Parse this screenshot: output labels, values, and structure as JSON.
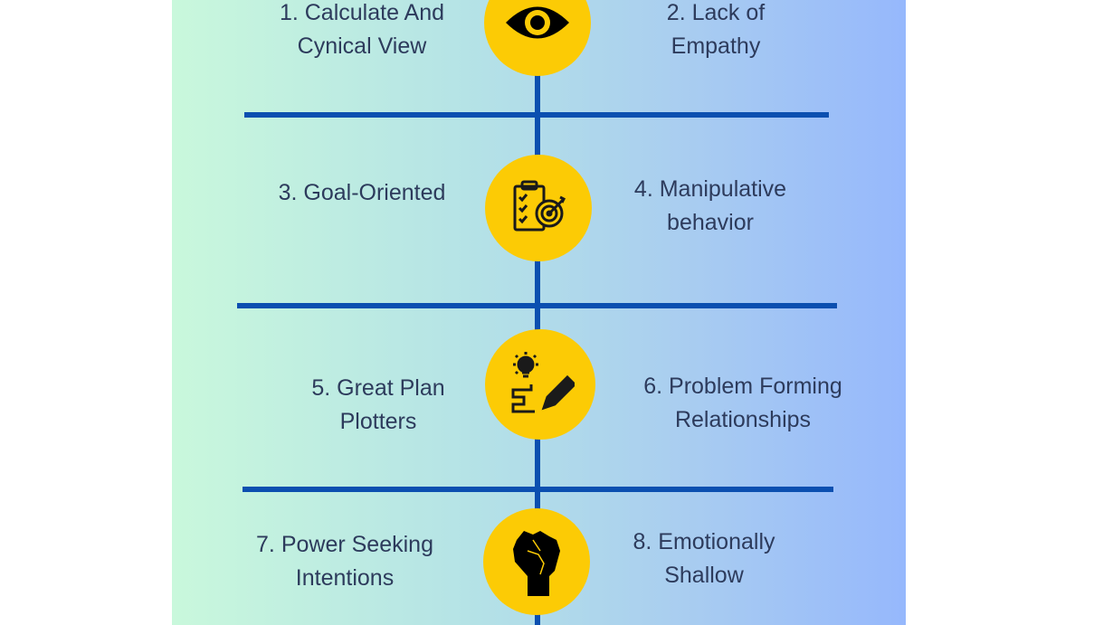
{
  "colors": {
    "accent_line": "#0b4fb0",
    "circle": "#fccb05",
    "text": "#2d3b5c"
  },
  "items": [
    {
      "line1": "1. Calculate And",
      "line2": "Cynical View",
      "icon": "eye-icon"
    },
    {
      "line1": "2. Lack of",
      "line2": "Empathy"
    },
    {
      "line1": "3. Goal-Oriented",
      "line2": "",
      "icon": "goal-checklist-icon"
    },
    {
      "line1": "4. Manipulative",
      "line2": "behavior"
    },
    {
      "line1": "5. Great Plan",
      "line2": "Plotters",
      "icon": "idea-plan-icon"
    },
    {
      "line1": "6. Problem Forming",
      "line2": "Relationships"
    },
    {
      "line1": "7. Power Seeking",
      "line2": "Intentions",
      "icon": "raised-fist-icon"
    },
    {
      "line1": "8. Emotionally",
      "line2": "Shallow"
    }
  ]
}
